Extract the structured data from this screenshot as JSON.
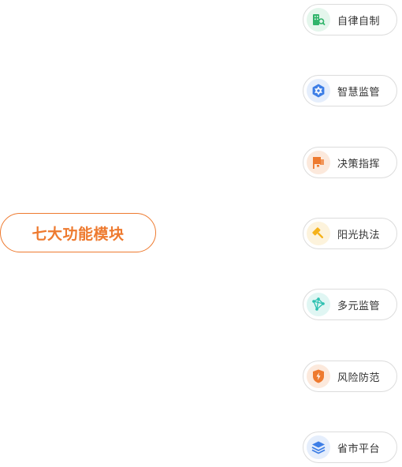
{
  "center": {
    "label": "七大功能模块",
    "color": "#ee7a2f"
  },
  "modules": [
    {
      "label": "自律自制",
      "icon": "building-search-icon",
      "icon_color": "#2fb46a",
      "icon_bg": "#e4f6ec"
    },
    {
      "label": "智慧监管",
      "icon": "hexagon-network-icon",
      "icon_color": "#3d7ee6",
      "icon_bg": "#e5eefc"
    },
    {
      "label": "决策指挥",
      "icon": "command-flag-icon",
      "icon_color": "#ee7a2f",
      "icon_bg": "#fce9dc"
    },
    {
      "label": "阳光执法",
      "icon": "gavel-icon",
      "icon_color": "#f5b21a",
      "icon_bg": "#fdf3dc"
    },
    {
      "label": "多元监管",
      "icon": "network-graph-icon",
      "icon_color": "#2cc0b0",
      "icon_bg": "#e0f6f3"
    },
    {
      "label": "风险防范",
      "icon": "shield-bolt-icon",
      "icon_color": "#ee7a2f",
      "icon_bg": "#fce9dc"
    },
    {
      "label": "省市平台",
      "icon": "layers-icon",
      "icon_color": "#3d7ee6",
      "icon_bg": "#e5eefc"
    }
  ]
}
